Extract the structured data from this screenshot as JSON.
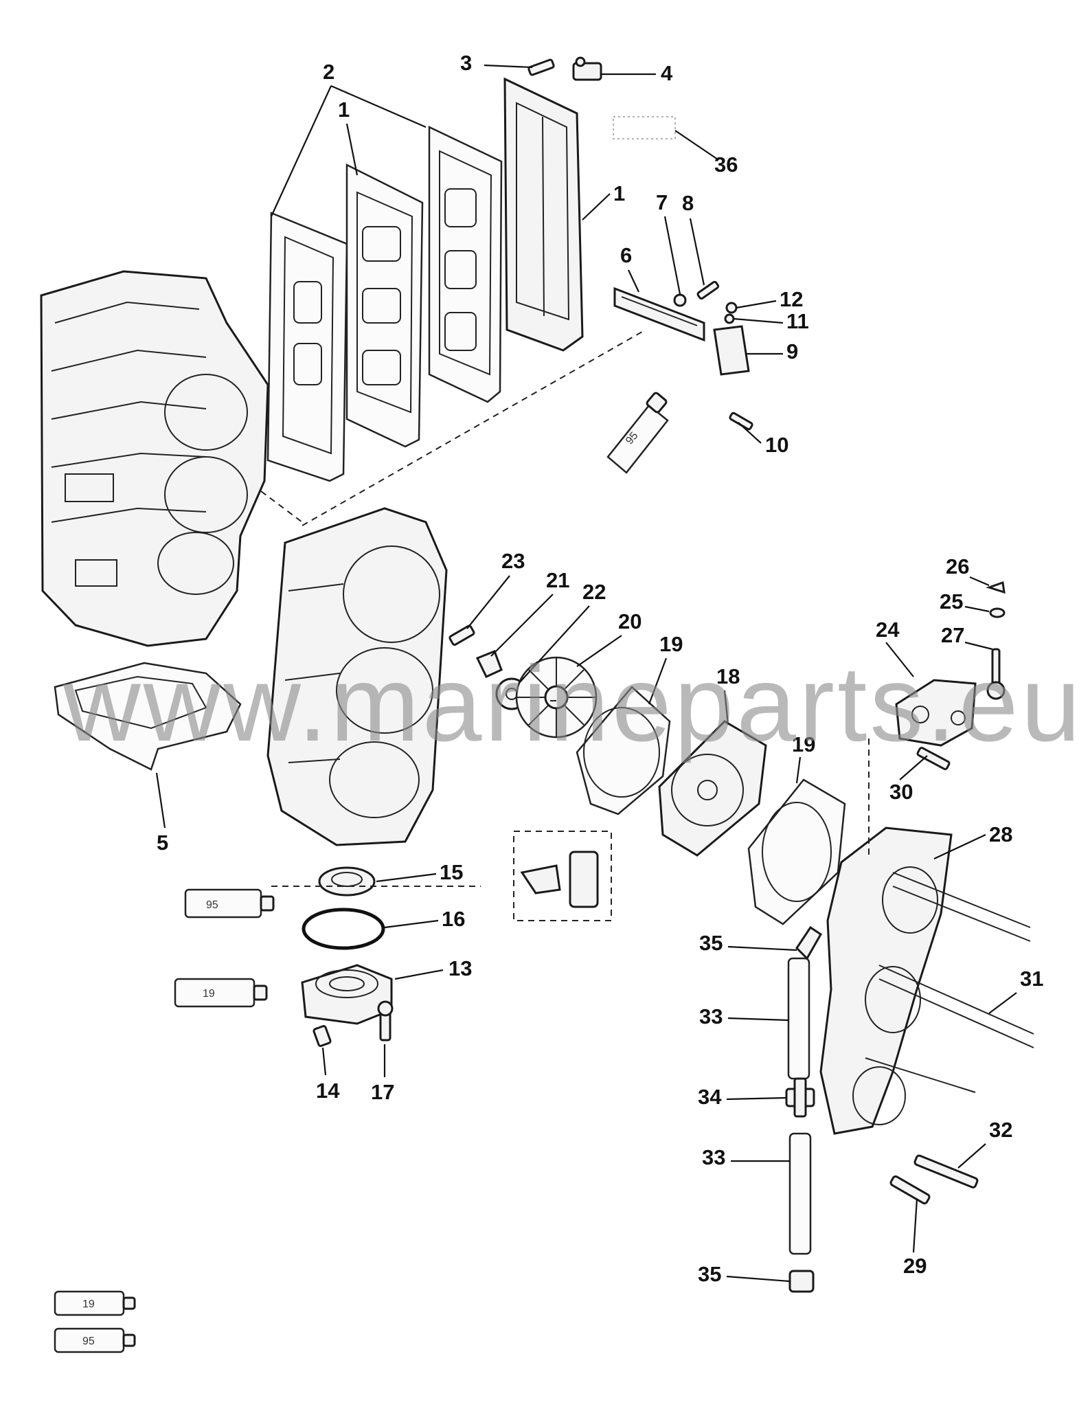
{
  "watermark": "www.marineparts.eu",
  "callouts": [
    {
      "id": "p1a",
      "label": "1"
    },
    {
      "id": "p1b",
      "label": "1"
    },
    {
      "id": "p2",
      "label": "2"
    },
    {
      "id": "p3",
      "label": "3"
    },
    {
      "id": "p4",
      "label": "4"
    },
    {
      "id": "p5",
      "label": "5"
    },
    {
      "id": "p6",
      "label": "6"
    },
    {
      "id": "p7",
      "label": "7"
    },
    {
      "id": "p8",
      "label": "8"
    },
    {
      "id": "p9",
      "label": "9"
    },
    {
      "id": "p10",
      "label": "10"
    },
    {
      "id": "p11",
      "label": "11"
    },
    {
      "id": "p12",
      "label": "12"
    },
    {
      "id": "p13",
      "label": "13"
    },
    {
      "id": "p14",
      "label": "14"
    },
    {
      "id": "p15",
      "label": "15"
    },
    {
      "id": "p16",
      "label": "16"
    },
    {
      "id": "p17",
      "label": "17"
    },
    {
      "id": "p18",
      "label": "18"
    },
    {
      "id": "p19a",
      "label": "19"
    },
    {
      "id": "p19b",
      "label": "19"
    },
    {
      "id": "p20",
      "label": "20"
    },
    {
      "id": "p21",
      "label": "21"
    },
    {
      "id": "p22",
      "label": "22"
    },
    {
      "id": "p23",
      "label": "23"
    },
    {
      "id": "p24",
      "label": "24"
    },
    {
      "id": "p25",
      "label": "25"
    },
    {
      "id": "p26",
      "label": "26"
    },
    {
      "id": "p27",
      "label": "27"
    },
    {
      "id": "p28",
      "label": "28"
    },
    {
      "id": "p29",
      "label": "29"
    },
    {
      "id": "p30",
      "label": "30"
    },
    {
      "id": "p31",
      "label": "31"
    },
    {
      "id": "p32",
      "label": "32"
    },
    {
      "id": "p33a",
      "label": "33"
    },
    {
      "id": "p33b",
      "label": "33"
    },
    {
      "id": "p34",
      "label": "34"
    },
    {
      "id": "p35a",
      "label": "35"
    },
    {
      "id": "p35b",
      "label": "35"
    },
    {
      "id": "p36",
      "label": "36"
    }
  ],
  "tubes": {
    "t1": "95",
    "t2": "95",
    "t3": "19",
    "legend19": "19",
    "legend95": "95"
  },
  "colors": {
    "ink": "#111111",
    "watermark": "#8a8a8a",
    "paper": "#ffffff"
  }
}
